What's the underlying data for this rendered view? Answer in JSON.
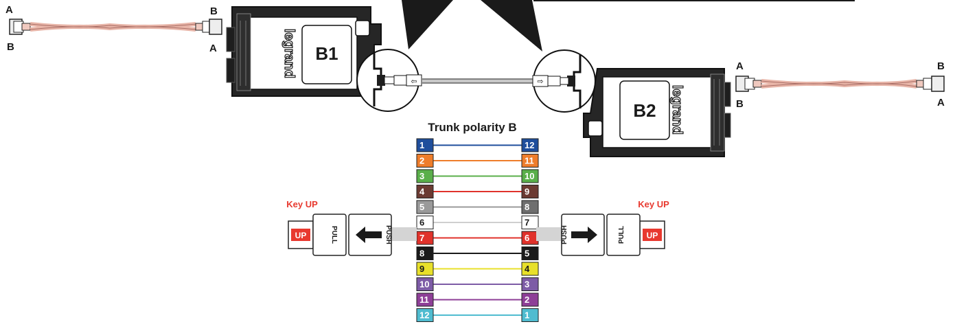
{
  "title": "Trunk polarity B",
  "brand": "legrand",
  "cassette_left": {
    "label": "B1"
  },
  "cassette_right": {
    "label": "B2"
  },
  "patch_left": {
    "top_left": "A",
    "bottom_left": "B",
    "top_right": "B",
    "bottom_right": "A"
  },
  "patch_right": {
    "top_left": "A",
    "bottom_left": "B",
    "top_right": "B",
    "bottom_right": "A"
  },
  "connector_left": {
    "key_label": "Key UP",
    "up": "UP",
    "pull": "PULL",
    "push": "PUSH"
  },
  "connector_right": {
    "key_label": "Key UP",
    "up": "UP",
    "pull": "PULL",
    "push": "PUSH"
  },
  "fibers": [
    {
      "left": "1",
      "right": "12",
      "left_color": "#1f4e9c",
      "right_color": "#1f4e9c",
      "line_color": "#1f4e9c"
    },
    {
      "left": "2",
      "right": "11",
      "left_color": "#ee7d2b",
      "right_color": "#ee7d2b",
      "line_color": "#ee7d2b"
    },
    {
      "left": "3",
      "right": "10",
      "left_color": "#5aaf4a",
      "right_color": "#5aaf4a",
      "line_color": "#5aaf4a"
    },
    {
      "left": "4",
      "right": "9",
      "left_color": "#6b3a32",
      "right_color": "#6b3a32",
      "line_color": "#e0322b"
    },
    {
      "left": "5",
      "right": "8",
      "left_color": "#9a9a9a",
      "right_color": "#6e6e6e",
      "line_color": "#9a9a9a"
    },
    {
      "left": "6",
      "right": "7",
      "left_color": "#ffffff",
      "right_color": "#ffffff",
      "line_color": "#cfcfcf"
    },
    {
      "left": "7",
      "right": "6",
      "left_color": "#e0322b",
      "right_color": "#e0322b",
      "line_color": "#e0322b"
    },
    {
      "left": "8",
      "right": "5",
      "left_color": "#1a1a1a",
      "right_color": "#1a1a1a",
      "line_color": "#1a1a1a"
    },
    {
      "left": "9",
      "right": "4",
      "left_color": "#e8e02a",
      "right_color": "#e8e02a",
      "line_color": "#e8e02a"
    },
    {
      "left": "10",
      "right": "3",
      "left_color": "#7d5ba6",
      "right_color": "#7d5ba6",
      "line_color": "#7d5ba6"
    },
    {
      "left": "11",
      "right": "2",
      "left_color": "#8e3f97",
      "right_color": "#8e3f97",
      "line_color": "#8e3f97"
    },
    {
      "left": "12",
      "right": "1",
      "left_color": "#4fbcd0",
      "right_color": "#4fbcd0",
      "line_color": "#4fbcd0"
    }
  ]
}
